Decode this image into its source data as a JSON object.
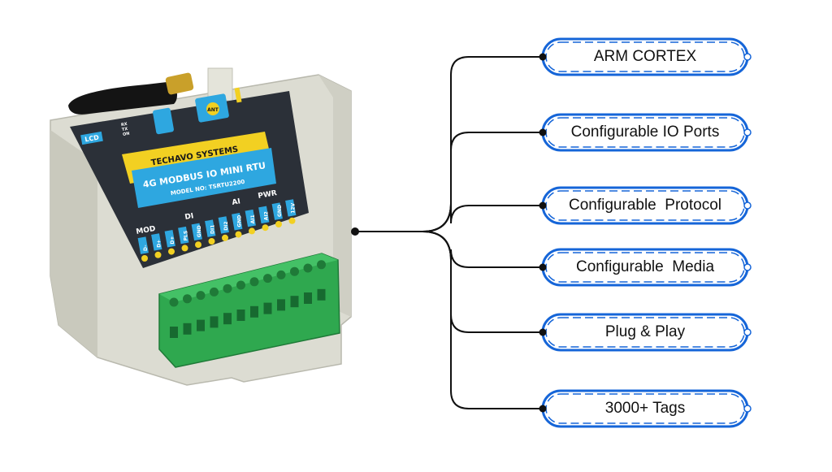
{
  "device": {
    "brand": "TECHAVO SYSTEMS",
    "product": "4G MODBUS IO MINI RTU",
    "model": "MODEL NO: TSRTU2200",
    "lcd_label": "LCD",
    "led_labels": [
      "RX",
      "TX",
      "ON"
    ],
    "ant_label": "ANT",
    "group_labels": [
      "MOD",
      "DI",
      "AI",
      "PWR"
    ],
    "terminal_labels": [
      "D-",
      "D+",
      "D+",
      "PLS",
      "GND",
      "DI1",
      "DI2",
      "GND",
      "AI1",
      "AI2",
      "GND",
      "12V"
    ]
  },
  "features": [
    {
      "label": "ARM CORTEX"
    },
    {
      "label": "Configurable IO Ports"
    },
    {
      "label": "Configurable  Protocol"
    },
    {
      "label": "Configurable  Media"
    },
    {
      "label": "Plug & Play"
    },
    {
      "label": "3000+ Tags"
    }
  ],
  "colors": {
    "pill_border": "#1565d8",
    "connector_line": "#111111",
    "device_body": "#dcdcd2",
    "device_panel": "#2b3038",
    "terminal_green": "#2fa84f",
    "accent_blue": "#2ea7e0",
    "accent_yellow": "#f2d022"
  }
}
